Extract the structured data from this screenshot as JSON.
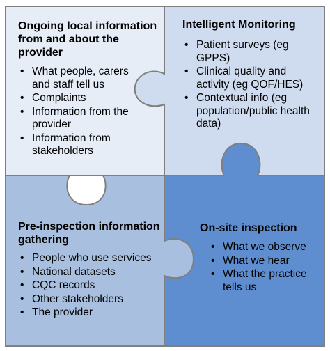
{
  "colors": {
    "top_left_fill": "#e6edf7",
    "top_right_fill": "#cfdcef",
    "bottom_left_fill": "#a8bfdf",
    "bottom_right_fill": "#5f8ed0",
    "piece_border": "#7f7f7f"
  },
  "pieces": {
    "top_left": {
      "title": "Ongoing local information from and about the provider",
      "items": [
        "What people, carers and staff tell us",
        "Complaints",
        "Information from the provider",
        "Information from stakeholders"
      ]
    },
    "top_right": {
      "title": "Intelligent Monitoring",
      "items": [
        "Patient surveys (eg GPPS)",
        "Clinical quality and activity (eg QOF/HES)",
        "Contextual info (eg population/public health data)"
      ]
    },
    "bottom_left": {
      "title": "Pre-inspection information gathering",
      "items": [
        "People who use services",
        "National datasets",
        "CQC records",
        "Other stakeholders",
        "The provider"
      ]
    },
    "bottom_right": {
      "title": "On-site inspection",
      "items": [
        "What we observe",
        "What we hear",
        "What the practice tells us"
      ]
    }
  }
}
